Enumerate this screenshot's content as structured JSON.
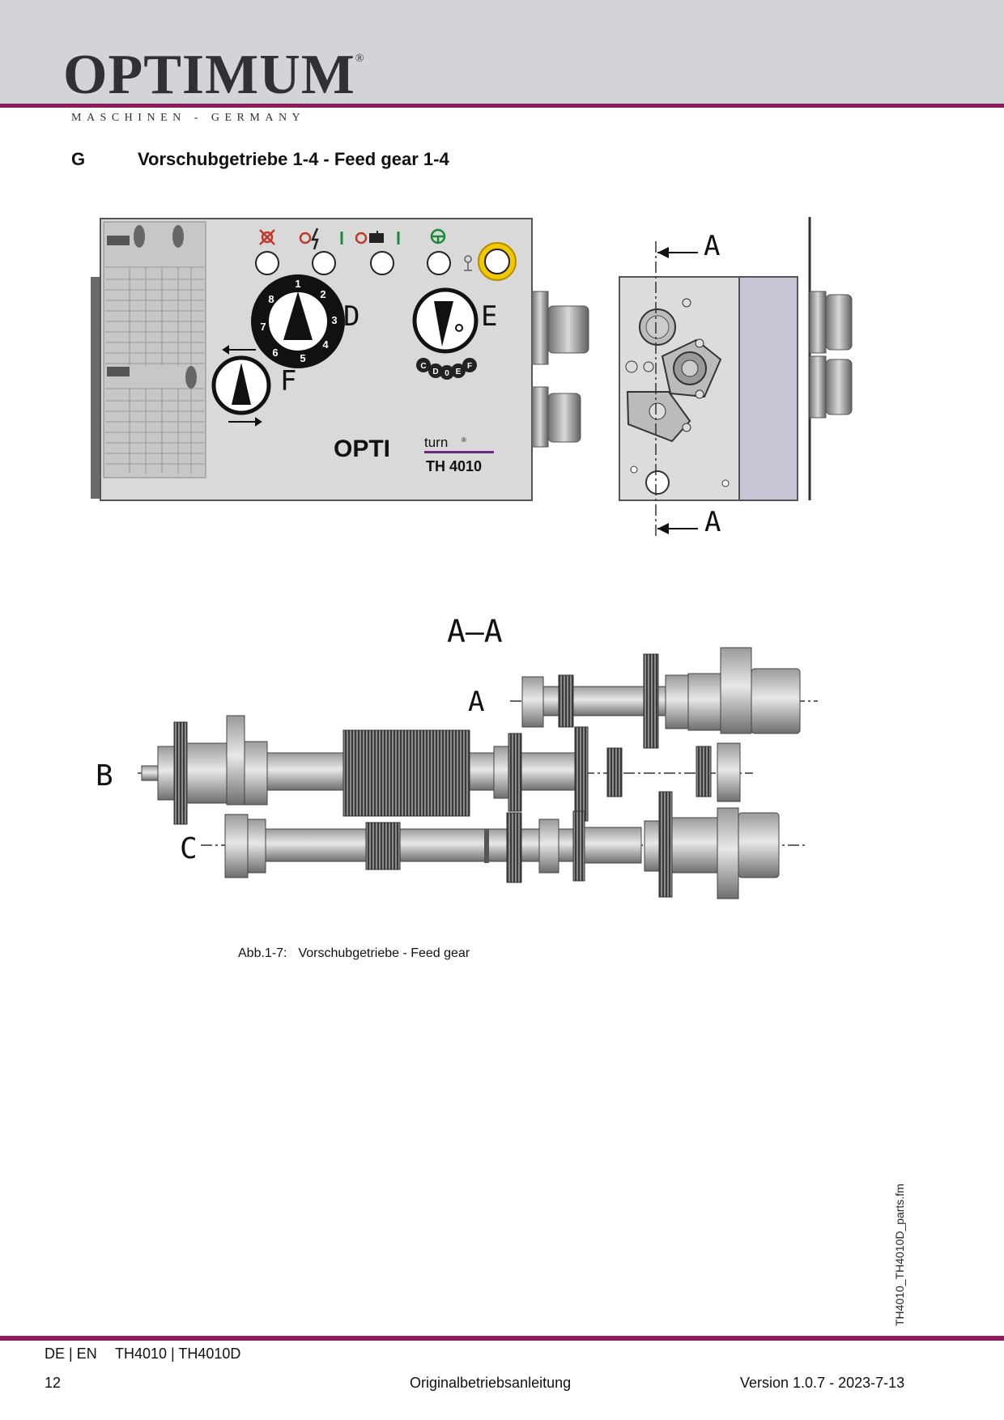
{
  "brand": {
    "name": "OPTIMUM",
    "registered": "®",
    "tagline": "MASCHINEN - GERMANY"
  },
  "section": {
    "letter": "G",
    "title": "Vorschubgetriebe 1-4  -  Feed gear 1-4"
  },
  "figure": {
    "panel_labels": {
      "D": "D",
      "E": "E",
      "F": "F"
    },
    "dial_d_numbers": [
      "1",
      "2",
      "3",
      "4",
      "5",
      "6",
      "7",
      "8"
    ],
    "dial_e_letters": [
      "C",
      "D",
      "0",
      "E",
      "F"
    ],
    "machine_logo": {
      "opti": "OPTI",
      "turn": "turn",
      "registered": "®",
      "model": "TH 4010"
    },
    "section_marker_top": "A",
    "section_marker_bottom": "A",
    "section_view_title": "A–A",
    "shaft_labels": {
      "a": "A",
      "b": "B",
      "c": "C"
    },
    "caption_number": "Abb.1-7:",
    "caption_text": "Vorschubgetriebe - Feed gear"
  },
  "side_filename": "TH4010_TH4010D_parts.fm",
  "footer": {
    "lang": "DE | EN",
    "models": "TH4010  |  TH4010D",
    "page": "12",
    "doc_type": "Originalbetriebsanleitung",
    "version": "Version 1.0.7 - 2023-7-13"
  },
  "colors": {
    "accent": "#8c1d5d",
    "header_bg": "#d3d4d8",
    "panel_gray": "#d9d9d9",
    "highlight_yellow": "#f2c800"
  }
}
